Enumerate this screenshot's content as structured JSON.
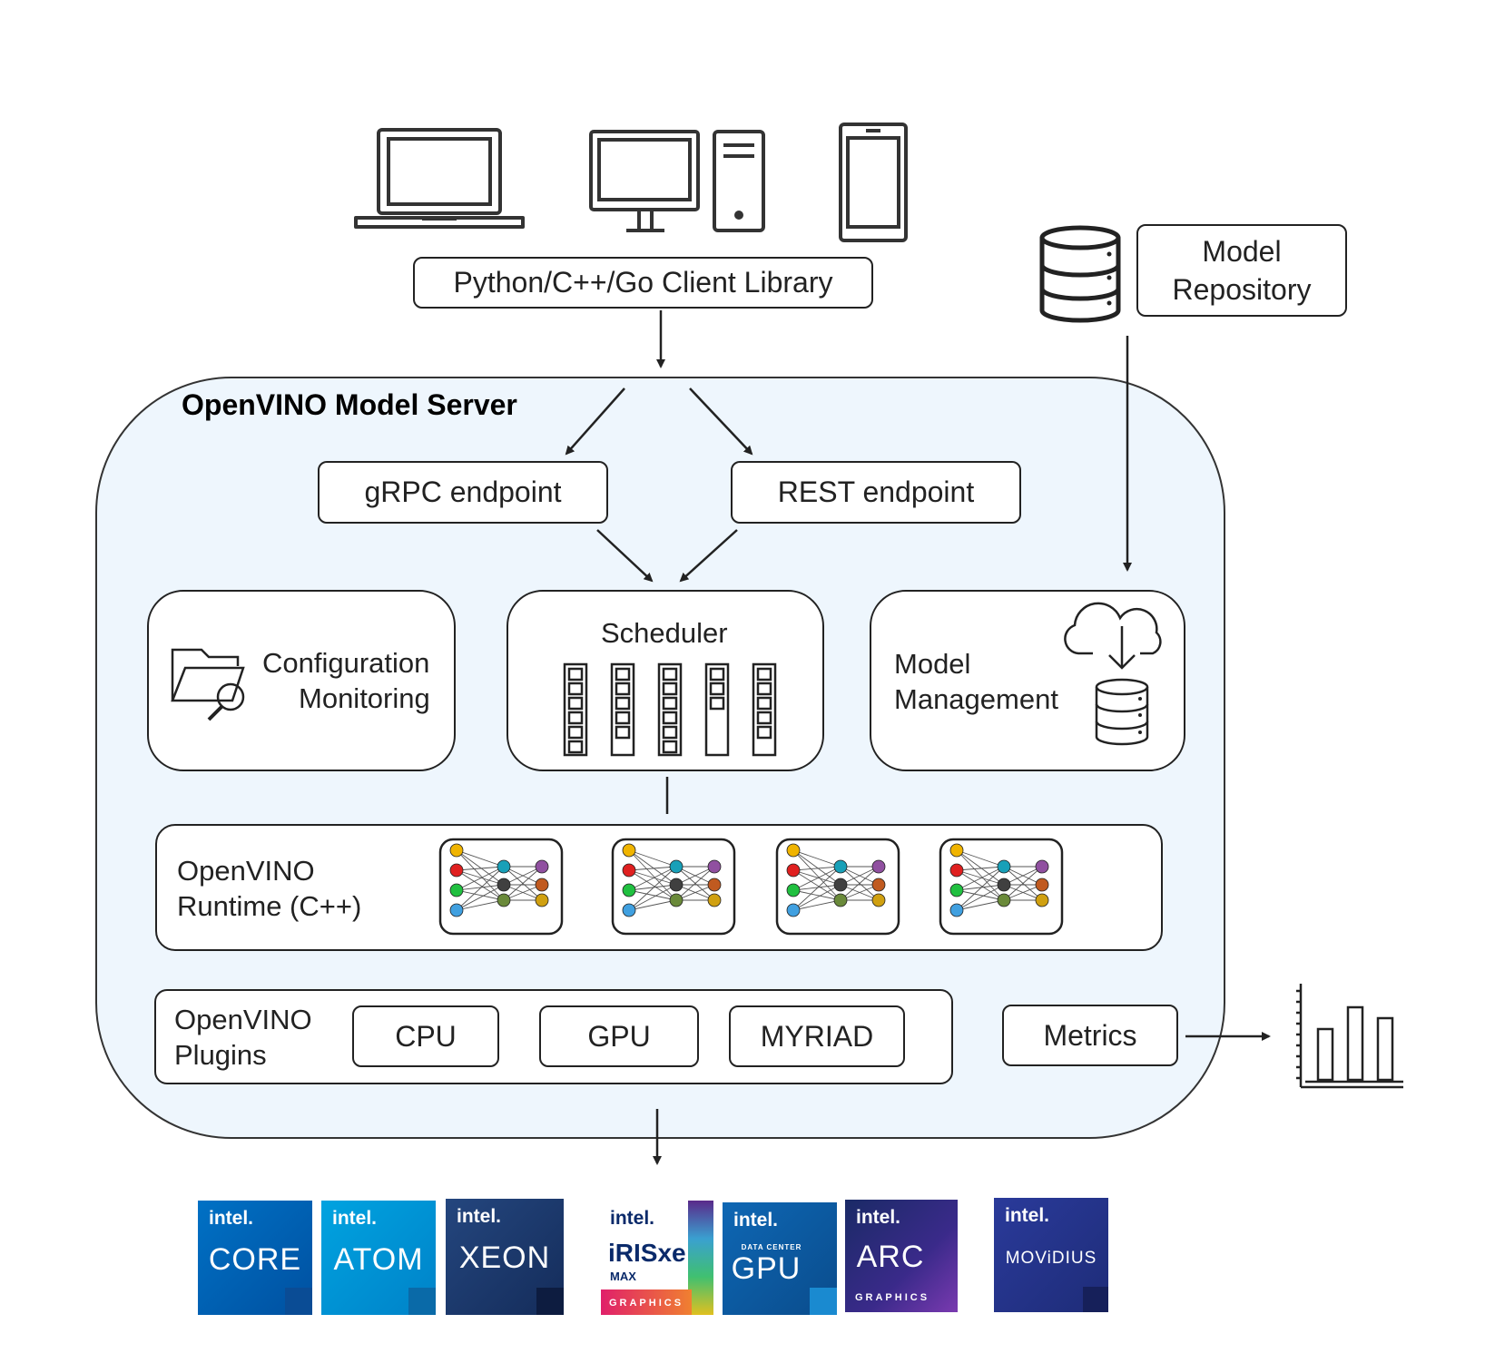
{
  "client_library": "Python/C++/Go Client Library",
  "model_repository": "Model\nRepository",
  "server_title": "OpenVINO Model Server",
  "grpc": "gRPC endpoint",
  "rest": "REST endpoint",
  "config_line1": "Configuration",
  "config_line2": "Monitoring",
  "scheduler": "Scheduler",
  "model_mgmt_line1": "Model",
  "model_mgmt_line2": "Management",
  "runtime_line1": "OpenVINO",
  "runtime_line2": "Runtime (C++)",
  "plugins_line1": "OpenVINO",
  "plugins_line2": "Plugins",
  "cpu": "CPU",
  "gpu": "GPU",
  "myriad": "MYRIAD",
  "metrics": "Metrics",
  "logos": {
    "core": {
      "intel": "intel.",
      "name": "CORE",
      "color": "#0068b5"
    },
    "atom": {
      "intel": "intel.",
      "name": "ATOM",
      "color": "#00a3e0"
    },
    "xeon": {
      "intel": "intel.",
      "name": "XEON",
      "color": "#1e3a6e"
    },
    "iris": {
      "intel": "intel.",
      "name": "iRISxe",
      "max": "MAX",
      "graphics": "GRAPHICS"
    },
    "dcgpu": {
      "intel": "intel.",
      "sub": "DATA CENTER",
      "name": "GPU",
      "color": "#0b5394"
    },
    "arc": {
      "intel": "intel.",
      "name": "ARC",
      "graphics": "GRAPHICS",
      "color": "#1a2a66"
    },
    "movidius": {
      "intel": "intel.",
      "name": "MOViDIUS",
      "color": "#2a3a8c"
    }
  }
}
